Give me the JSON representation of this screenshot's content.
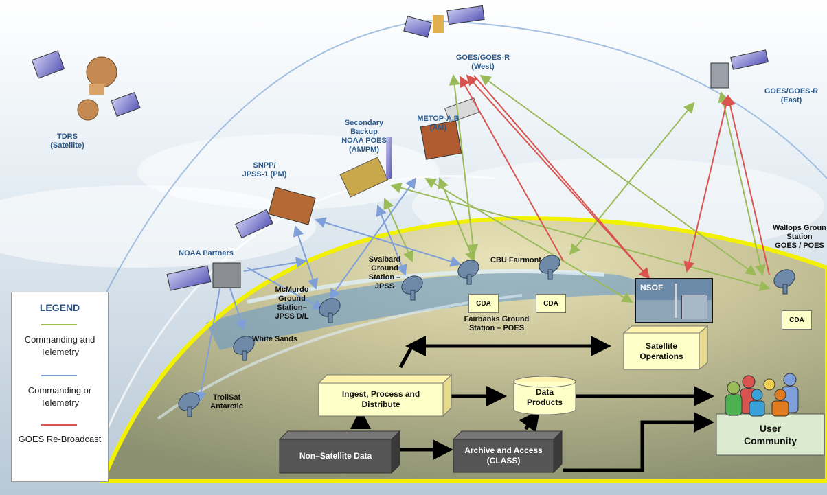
{
  "satellites": {
    "tdrs": "TDRS\n(Satellite)",
    "goes_west": "GOES/GOES-R\n(West)",
    "goes_east": "GOES/GOES-R\n(East)",
    "metop": "METOP-A,B\n(AM)",
    "backup_poes": "Secondary\nBackup\nNOAA POES\n(AM/PM)",
    "snpp": "SNPP/\nJPSS-1 (PM)",
    "partners": "NOAA Partners"
  },
  "stations": {
    "cbu": "CBU Fairmont",
    "wallops": "Wallops Groun\nStation\nGOES / POES",
    "svalbard": "Svalbard\nGround\nStation –\nJPSS",
    "mcmurdo": "McMurdo\nGround\nStation–\nJPSS D/L",
    "fairbanks": "Fairbanks Ground\nStation – POES",
    "white_sands": "White Sands",
    "trollsat": "TrollSat\nAntarctic"
  },
  "nsof_label": "NSOF",
  "cda_label": "CDA",
  "boxes": {
    "satellite_operations": "Satellite\nOperations",
    "ingest": "Ingest, Process and\nDistribute",
    "data_products": "Data\nProducts",
    "non_satellite": "Non–Satellite Data",
    "archive": "Archive and Access\n(CLASS)",
    "user_community": "User\nCommunity"
  },
  "legend": {
    "title": "LEGEND",
    "items": [
      "Commanding and\nTelemetry",
      "Commanding or\nTelemetry",
      "GOES Re-Broadcast"
    ]
  },
  "colors": {
    "commanding_and_telemetry": "#9bbb59",
    "commanding_or_telemetry": "#7f9fd9",
    "goes_rebroadcast": "#d9534f",
    "earth_outline": "#f2f200",
    "box_fill": "#ffffc8",
    "archive_fill": "#555555",
    "user_fill": "#dcebd0"
  },
  "icons": [
    "satellite-icon",
    "dish-antenna-icon",
    "building-icon",
    "people-icon",
    "cylinder-icon"
  ]
}
